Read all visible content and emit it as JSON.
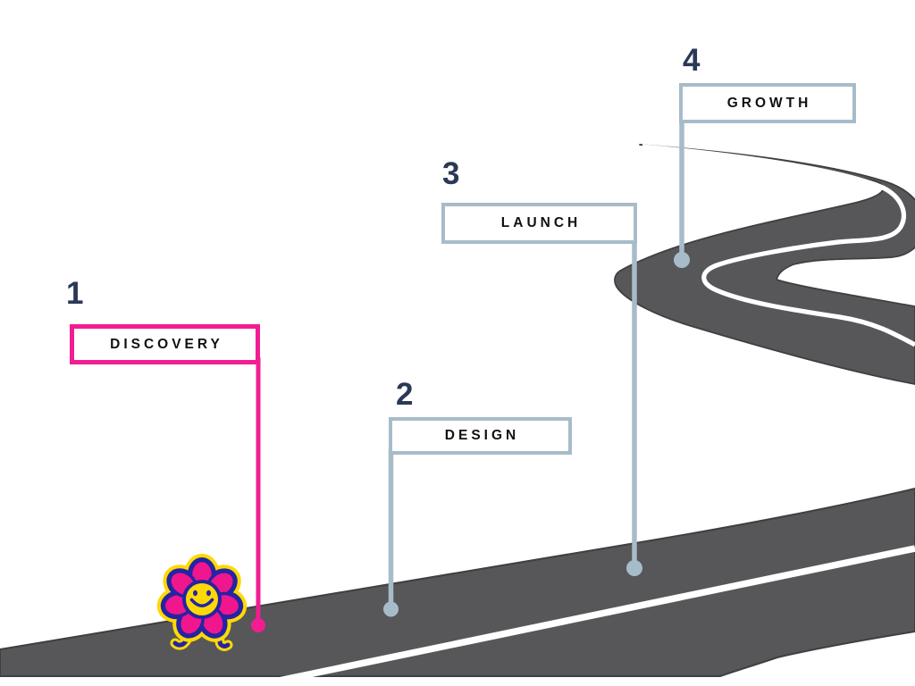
{
  "milestones": [
    {
      "number": "1",
      "label": "DISCOVERY",
      "accent_color": "#F21D93"
    },
    {
      "number": "2",
      "label": "DESIGN",
      "accent_color": "#A7BCC9"
    },
    {
      "number": "3",
      "label": "LAUNCH",
      "accent_color": "#A7BCC9"
    },
    {
      "number": "4",
      "label": "GROWTH",
      "accent_color": "#A7BCC9"
    }
  ],
  "colors": {
    "background": "#FFFFFF",
    "road_fill": "#575759",
    "road_edge": "#3F3F41",
    "road_center_line": "#FFFFFF",
    "milestone_number": "#2B3857",
    "label_text": "#111111",
    "label_box_background": "#FFFFFF",
    "pink_accent": "#F21D93",
    "blue_gray_accent": "#A7BCC9",
    "flower_petal_pink": "#F0168E",
    "flower_outline_blue": "#2424A4",
    "flower_yellow": "#FFD905"
  },
  "icons": {
    "character": "smiley-flower-walking-icon"
  }
}
